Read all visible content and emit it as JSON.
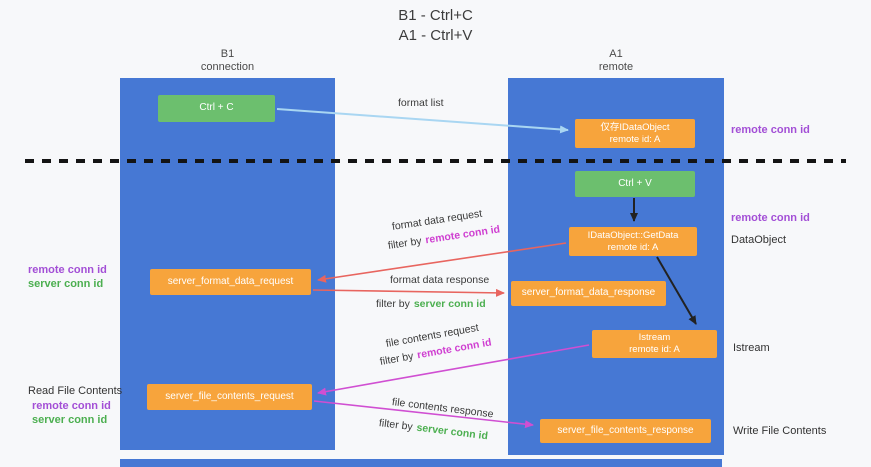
{
  "title": {
    "line1": "B1 - Ctrl+C",
    "line2": "A1 - Ctrl+V"
  },
  "lifelines": {
    "left": {
      "name": "B1",
      "role": "connection"
    },
    "right": {
      "name": "A1",
      "role": "remote"
    }
  },
  "nodes": {
    "ctrl_c": "Ctrl + C",
    "ctrl_v": "Ctrl + V",
    "idataobject_cache": {
      "line1": "仅存IDataObject",
      "line2": "remote id: A"
    },
    "getdata": {
      "line1": "IDataObject::GetData",
      "line2": "remote id: A"
    },
    "istream": {
      "line1": "Istream",
      "line2": "remote id: A"
    },
    "server_format_data_request": "server_format_data_request",
    "server_format_data_response": "server_format_data_response",
    "server_file_contents_request": "server_file_contents_request",
    "server_file_contents_response": "server_file_contents_response"
  },
  "arrow_labels": {
    "format_list": "format list",
    "format_data_request": "format data request",
    "format_data_response": "format data response",
    "file_contents_request": "file contents request",
    "file_contents_response": "file contents response",
    "filter_by": "filter by",
    "remote_conn_id": "remote conn id",
    "server_conn_id": "server conn id"
  },
  "side_labels": {
    "remote_conn_id": "remote conn id",
    "server_conn_id": "server conn id",
    "dataobject": "DataObject",
    "istream": "Istream",
    "read_file_contents": "Read File Contents",
    "write_file_contents": "Write File Contents"
  },
  "colors": {
    "lifeline_blue": "#4678d4",
    "node_orange": "#f7a43c",
    "node_green": "#6cbf6e",
    "remote_conn_purple": "#a34fd6",
    "server_conn_green": "#4caf50",
    "request_red": "#e8655f",
    "file_magenta": "#d04fd2",
    "format_list_blue": "#a9d6f2"
  }
}
